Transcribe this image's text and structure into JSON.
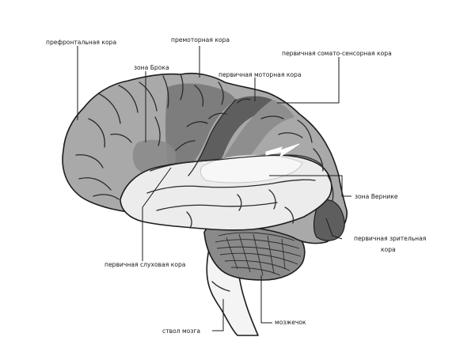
{
  "labels": {
    "prefrontal": "префронтальная кора",
    "premotor": "премоторная кора",
    "somatosensory": "первичная сомато-сенсорная кора",
    "broca": "зона Брока",
    "motor": "первичная моторная кора",
    "wernicke": "зона Вернике",
    "visual_line1": "первичная зрительная",
    "visual_line2": "кора",
    "auditory": "первичная слуховая кора",
    "cerebellum": "мозжечок",
    "brainstem": "ствол мозга"
  },
  "colors": {
    "cortex": "#a9a9a9",
    "cortex_dark": "#7d7d7d",
    "highlight_dark": "#5e5e5e",
    "temporal": "#ececec",
    "stem": "#f4f4f4",
    "cerebellum": "#8a8a8a",
    "outline": "#1c1c1c"
  }
}
